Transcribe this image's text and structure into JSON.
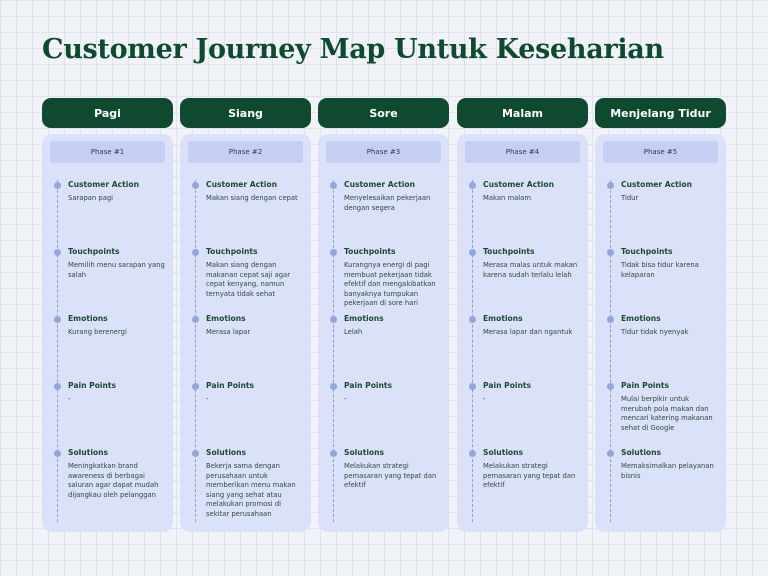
{
  "title": "Customer Journey Map Untuk Keseharian",
  "columns": [
    {
      "header": "Pagi",
      "phase": "Phase #1",
      "sections": [
        {
          "label": "Customer Action",
          "text": "Sarapan pagi"
        },
        {
          "label": "Touchpoints",
          "text": "Memilih menu sarapan yang salah"
        },
        {
          "label": "Emotions",
          "text": "Kurang berenergi"
        },
        {
          "label": "Pain Points",
          "text": "-"
        },
        {
          "label": "Solutions",
          "text": "Meningkatkan brand awareness di berbagai saluran agar dapat mudah dijangkau oleh pelanggan"
        }
      ]
    },
    {
      "header": "Siang",
      "phase": "Phase #2",
      "sections": [
        {
          "label": "Customer Action",
          "text": "Makan siang dengan cepat"
        },
        {
          "label": "Touchpoints",
          "text": "Makan siang dengan makanan cepat saji agar cepat kenyang, namun ternyata tidak sehat"
        },
        {
          "label": "Emotions",
          "text": "Merasa lapar"
        },
        {
          "label": "Pain Points",
          "text": "-"
        },
        {
          "label": "Solutions",
          "text": "Bekerja sama dengan perusahaan untuk memberikan menu makan siang yang sehat atau melakukan promosi di sekitar perusahaan"
        }
      ]
    },
    {
      "header": "Sore",
      "phase": "Phase #3",
      "sections": [
        {
          "label": "Customer Action",
          "text": "Menyelesaikan pekerjaan dengan segera"
        },
        {
          "label": "Touchpoints",
          "text": "Kurangnya energi di pagi membuat pekerjaan tidak efektif dan mengakibatkan banyaknya tumpukan pekerjaan di sore hari"
        },
        {
          "label": "Emotions",
          "text": "Lelah"
        },
        {
          "label": "Pain Points",
          "text": "-"
        },
        {
          "label": "Solutions",
          "text": "Melakukan strategi pemasaran yang tepat dan efektif"
        }
      ]
    },
    {
      "header": "Malam",
      "phase": "Phase #4",
      "sections": [
        {
          "label": "Customer Action",
          "text": "Makan malam"
        },
        {
          "label": "Touchpoints",
          "text": "Merasa malas untuk makan karena sudah terlalu lelah"
        },
        {
          "label": "Emotions",
          "text": "Merasa lapar dan ngantuk"
        },
        {
          "label": "Pain Points",
          "text": "-"
        },
        {
          "label": "Solutions",
          "text": "Melakukan strategi pemasaran yang tepat dan efektif"
        }
      ]
    },
    {
      "header": "Menjelang Tidur",
      "phase": "Phase #5",
      "sections": [
        {
          "label": "Customer Action",
          "text": "Tidur"
        },
        {
          "label": "Touchpoints",
          "text": "Tidak bisa tidur karena kelaparan"
        },
        {
          "label": "Emotions",
          "text": "Tidur tidak nyenyak"
        },
        {
          "label": "Pain Points",
          "text": "Mulai berpikir untuk merubah pola makan dan mencari katering makanan sehat di Google"
        },
        {
          "label": "Solutions",
          "text": "Memaksimalkan pelayanan bisnis"
        }
      ]
    }
  ]
}
